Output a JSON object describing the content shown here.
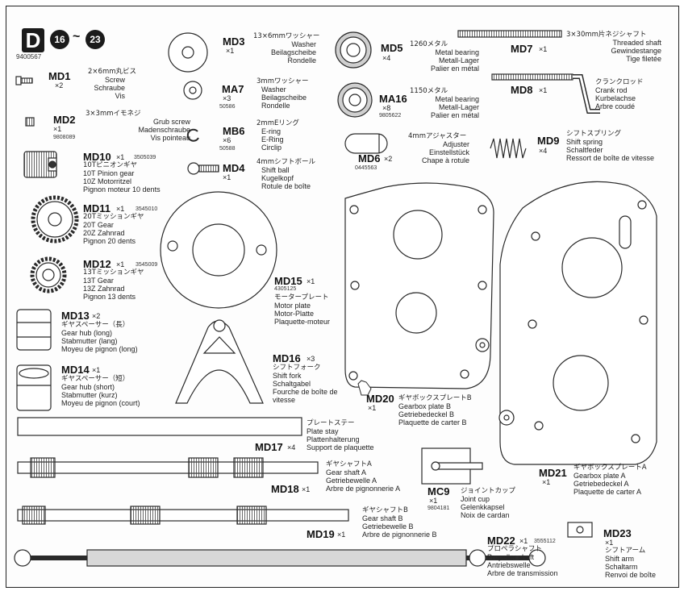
{
  "header": {
    "letter": "D",
    "step_from": "16",
    "step_tilde": "~",
    "step_to": "23",
    "catalog_no": "9400567"
  },
  "parts": {
    "md1": {
      "code": "MD1",
      "qty": "×2",
      "ja": "2×6mm丸ビス",
      "l1": "Screw",
      "l2": "Schraube",
      "l3": "Vis"
    },
    "md2": {
      "code": "MD2",
      "qty": "×1",
      "num": "9808089",
      "ja": "3×3mmイモネジ",
      "l1": "Grub screw",
      "l2": "Madenschraube",
      "l3": "Vis pointeau"
    },
    "md3": {
      "code": "MD3",
      "qty": "×1",
      "ja": "13×6mmワッシャー",
      "l1": "Washer",
      "l2": "Beilagscheibe",
      "l3": "Rondelle"
    },
    "ma7": {
      "code": "MA7",
      "qty": "×3",
      "num": "50586",
      "ja": "3mmワッシャー",
      "l1": "Washer",
      "l2": "Beilagscheibe",
      "l3": "Rondelle"
    },
    "mb6": {
      "code": "MB6",
      "qty": "×6",
      "num": "50588",
      "ja": "2mmEリング",
      "l1": "E-ring",
      "l2": "E-Ring",
      "l3": "Circlip"
    },
    "md4": {
      "code": "MD4",
      "qty": "×1",
      "ja": "4mmシフトボール",
      "l1": "Shift ball",
      "l2": "Kugelkopf",
      "l3": "Rotule de boîte"
    },
    "md5": {
      "code": "MD5",
      "qty": "×4",
      "ja": "1260メタル",
      "l1": "Metal bearing",
      "l2": "Metall-Lager",
      "l3": "Palier en métal"
    },
    "ma16": {
      "code": "MA16",
      "qty": "×8",
      "num": "9805622",
      "ja": "1150メタル",
      "l1": "Metal bearing",
      "l2": "Metall-Lager",
      "l3": "Palier en métal"
    },
    "md6": {
      "code": "MD6",
      "qty": "×2",
      "num": "0445563",
      "ja": "4mmアジャスター",
      "l1": "Adjuster",
      "l2": "Einstellstück",
      "l3": "Chape à rotule"
    },
    "md7": {
      "code": "MD7",
      "qty": "×1",
      "ja": "3×30mm片ネジシャフト",
      "l1": "Threaded shaft",
      "l2": "Gewindestange",
      "l3": "Tige filetée"
    },
    "md8": {
      "code": "MD8",
      "qty": "×1",
      "ja": "クランクロッド",
      "l1": "Crank rod",
      "l2": "Kurbelachse",
      "l3": "Arbre coudé"
    },
    "md9": {
      "code": "MD9",
      "qty": "×4",
      "ja": "シフトスプリング",
      "l1": "Shift spring",
      "l2": "Schaltfeder",
      "l3": "Ressort de boîte de vitesse"
    },
    "md10": {
      "code": "MD10",
      "qty": "×1",
      "num": "3505039",
      "l0": "10Tピニオンギヤ",
      "l1": "10T Pinion gear",
      "l2": "10Z Motorritzel",
      "l3": "Pignon moteur 10 dents"
    },
    "md11": {
      "code": "MD11",
      "qty": "×1",
      "num": "3545010",
      "l0": "20Tミッションギヤ",
      "l1": "20T Gear",
      "l2": "20Z Zahnrad",
      "l3": "Pignon 20 dents"
    },
    "md12": {
      "code": "MD12",
      "qty": "×1",
      "num": "3545009",
      "l0": "13Tミッションギヤ",
      "l1": "13T Gear",
      "l2": "13Z Zahnrad",
      "l3": "Pignon 13 dents"
    },
    "md13": {
      "code": "MD13",
      "qty": "×2",
      "l0": "ギヤスペーサー（長）",
      "l1": "Gear hub (long)",
      "l2": "Stabmutter (lang)",
      "l3": "Moyeu de pignon (long)"
    },
    "md14": {
      "code": "MD14",
      "qty": "×1",
      "l0": "ギヤスペーサー（短）",
      "l1": "Gear hub (short)",
      "l2": "Stabmutter (kurz)",
      "l3": "Moyeu de pignon (court)"
    },
    "md15": {
      "code": "MD15",
      "qty": "×1",
      "num": "4305125",
      "l0": "モータープレート",
      "l1": "Motor plate",
      "l2": "Motor-Platte",
      "l3": "Plaquette-moteur"
    },
    "md16": {
      "code": "MD16",
      "qty": "×3",
      "l0": "シフトフォーク",
      "l1": "Shift fork",
      "l2": "Schaltgabel",
      "l3": "Fourche de boîte de",
      "l4": "vitesse"
    },
    "md17": {
      "code": "MD17",
      "qty": "×4",
      "l0": "プレートステー",
      "l1": "Plate stay",
      "l2": "Plattenhalterung",
      "l3": "Support de plaquette"
    },
    "md18": {
      "code": "MD18",
      "qty": "×1",
      "l0": "ギヤシャフトA",
      "l1": "Gear shaft A",
      "l2": "Getriebewelle A",
      "l3": "Arbre de pignonnerie A"
    },
    "md19": {
      "code": "MD19",
      "qty": "×1",
      "l0": "ギヤシャフトB",
      "l1": "Gear shaft B",
      "l2": "Getriebewelle B",
      "l3": "Arbre de pignonnerie B"
    },
    "md20": {
      "code": "MD20",
      "qty": "×1",
      "l0": "ギヤボックスプレートB",
      "l1": "Gearbox plate B",
      "l2": "Getriebedeckel B",
      "l3": "Plaquette de carter B"
    },
    "md21": {
      "code": "MD21",
      "qty": "×1",
      "l0": "ギヤボックスプレートA",
      "l1": "Gearbox plate A",
      "l2": "Getriebedeckel A",
      "l3": "Plaquette de carter A"
    },
    "mc9": {
      "code": "MC9",
      "qty": "×1",
      "num": "9804181",
      "l0": "ジョイントカップ",
      "l1": "Joint cup",
      "l2": "Gelenkkapsel",
      "l3": "Noix de cardan"
    },
    "md22": {
      "code": "MD22",
      "qty": "×1",
      "num": "3555112",
      "l0": "プロペラシャフト",
      "l1": "Propeller shaft",
      "l2": "Antriebswelle",
      "l3": "Arbre de transmission"
    },
    "md23": {
      "code": "MD23",
      "qty": "×1",
      "l0": "シフトアーム",
      "l1": "Shift arm",
      "l2": "Schaltarm",
      "l3": "Renvoi de boîte"
    }
  },
  "colors": {
    "ink": "#1a1a1a",
    "line": "#2a2a2a",
    "fill": "#ffffff",
    "shade": "#d8d8d8"
  }
}
